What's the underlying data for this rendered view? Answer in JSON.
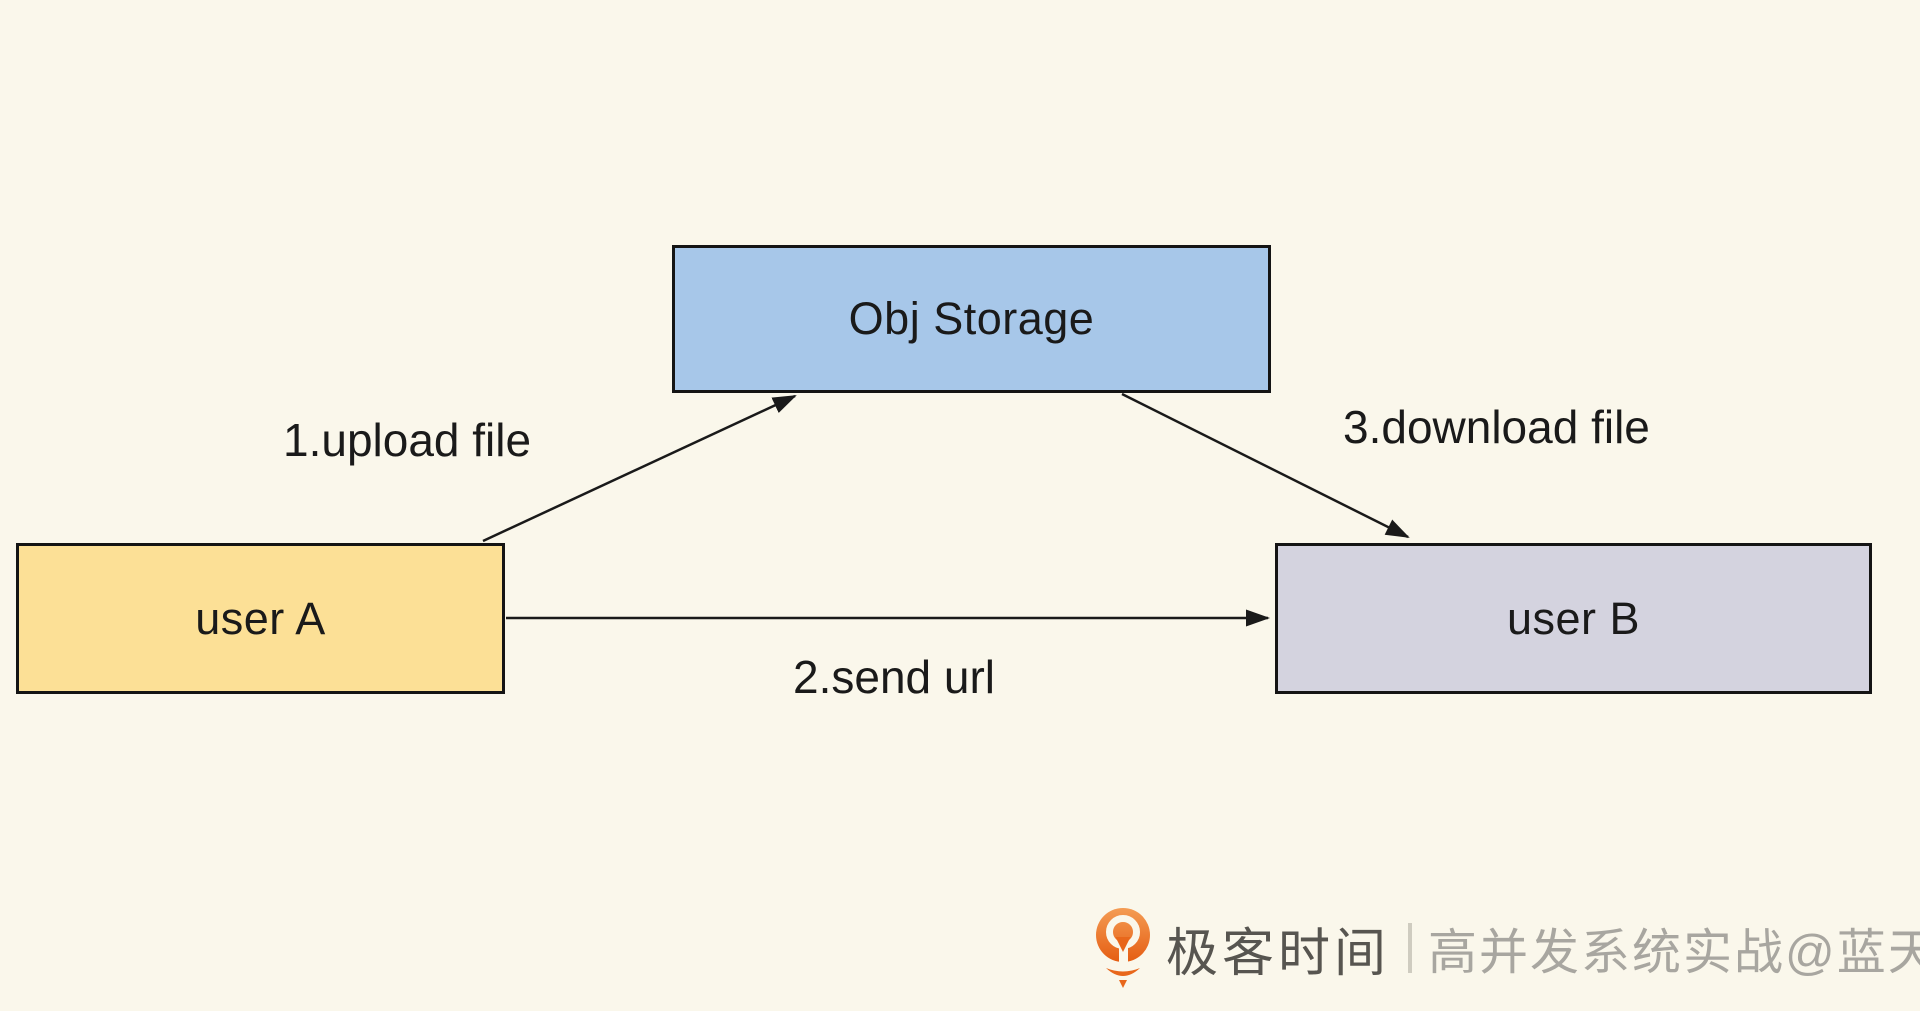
{
  "diagram": {
    "nodes": {
      "obj_storage": {
        "label": "Obj Storage",
        "fill": "#A7C7E9"
      },
      "user_a": {
        "label": "user A",
        "fill": "#FCE096"
      },
      "user_b": {
        "label": "user B",
        "fill": "#D4D3DF"
      }
    },
    "edges": {
      "upload": {
        "label": "1.upload file",
        "from": "user_a",
        "to": "obj_storage"
      },
      "send_url": {
        "label": "2.send url",
        "from": "user_a",
        "to": "user_b"
      },
      "download": {
        "label": "3.download file",
        "from": "obj_storage",
        "to": "user_b"
      }
    },
    "colors": {
      "background": "#FAF7EB",
      "border": "#141414",
      "arrow": "#1a1a1a"
    }
  },
  "watermark": {
    "logo": "geektime-logo",
    "logo_color": "#ED7224",
    "brand": "极客时间",
    "separator": "|",
    "caption": "高并发系统实战@蓝天",
    "brand_color": "#575550",
    "caption_color": "#A8A6A0"
  }
}
